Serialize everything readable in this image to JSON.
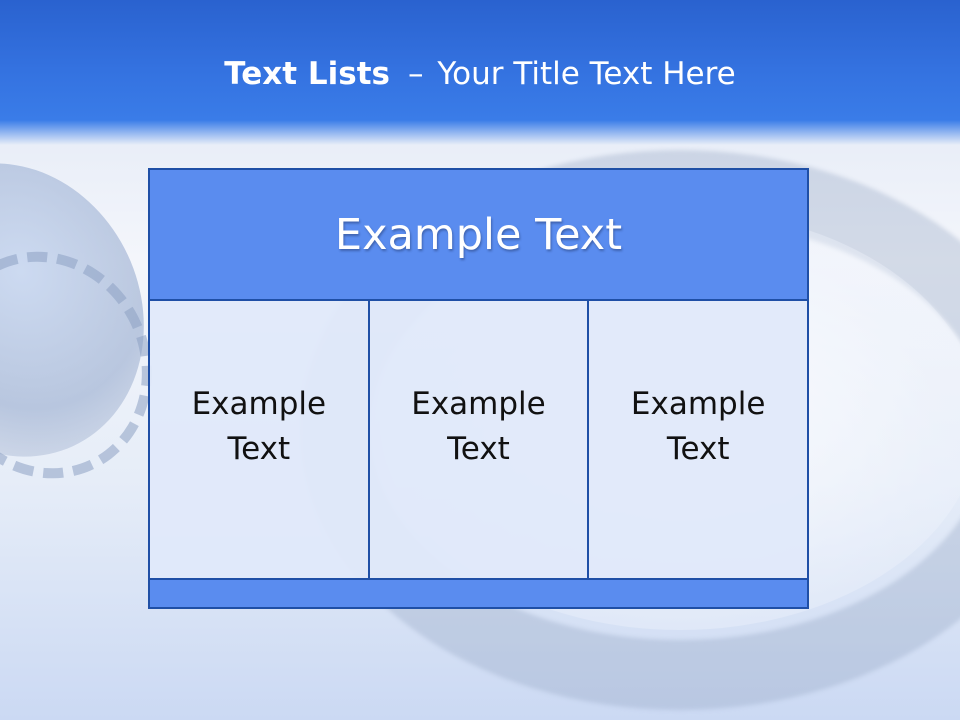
{
  "title": {
    "bold_part": "Text Lists",
    "separator": "–",
    "rest": "Your Title Text Here"
  },
  "box": {
    "header": "Example Text",
    "columns": [
      {
        "text": "Example Text"
      },
      {
        "text": "Example Text"
      },
      {
        "text": "Example Text"
      }
    ]
  },
  "colors": {
    "header_bar": "#2a62cf",
    "box_fill": "#5a8cef",
    "box_border": "#1f4fa6",
    "column_fill": "#e0e9fa"
  }
}
